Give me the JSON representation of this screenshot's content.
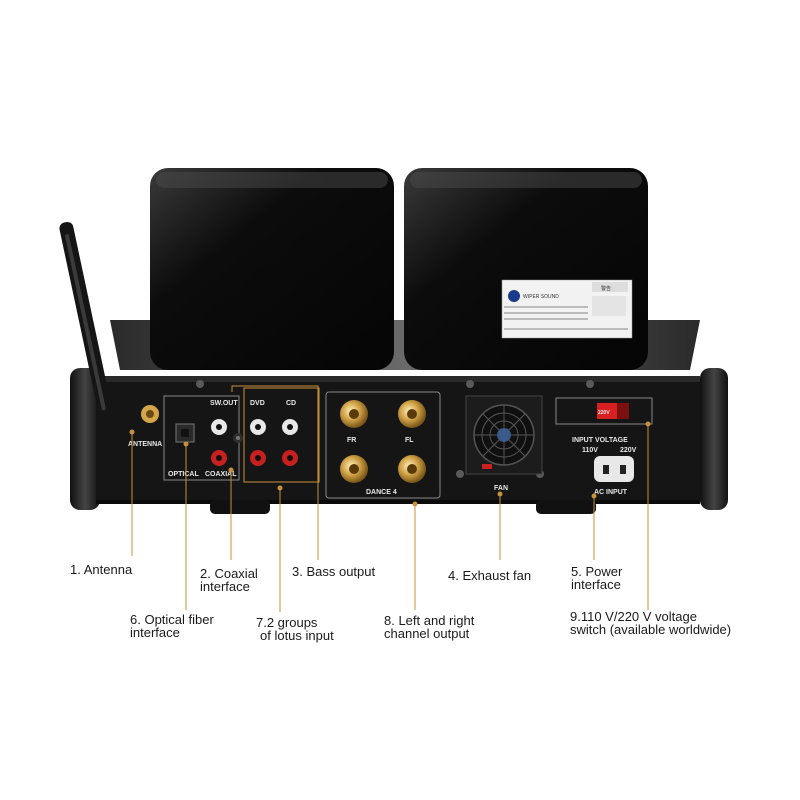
{
  "panel_labels": {
    "antenna": "ANTENNA",
    "sw_out": "SW.OUT",
    "dvd": "DVD",
    "cd": "CD",
    "optical": "OPTICAL",
    "coaxial": "COAXIAL",
    "fr": "FR",
    "fl": "FL",
    "impedance": "DANCE 4",
    "fan": "FAN",
    "voltage_title": "INPUT VOLTAGE",
    "v110": "110V",
    "v220": "220V",
    "switch_value": "220V",
    "ac_input": "AC INPUT"
  },
  "rating_label": {
    "brand": "WIPER SOUND",
    "warning": "警告"
  },
  "callouts": [
    {
      "id": "antenna",
      "lines": [
        "1. Antenna"
      ]
    },
    {
      "id": "coaxial",
      "lines": [
        "2. Coaxial",
        "interface"
      ]
    },
    {
      "id": "bass",
      "lines": [
        "3. Bass output"
      ]
    },
    {
      "id": "fan",
      "lines": [
        "4. Exhaust fan"
      ]
    },
    {
      "id": "power",
      "lines": [
        "5. Power",
        "interface"
      ]
    },
    {
      "id": "optical",
      "lines": [
        "6. Optical fiber",
        "interface"
      ]
    },
    {
      "id": "lotus",
      "lines": [
        "7.2 groups",
        "of lotus input"
      ]
    },
    {
      "id": "channel",
      "lines": [
        "8. Left and right",
        "channel output"
      ]
    },
    {
      "id": "voltage",
      "lines": [
        "9.110 V/220 V voltage",
        "switch (available worldwide)"
      ]
    }
  ],
  "colors": {
    "leader": "#c8903a",
    "panel": "#151515",
    "transformer": "#0a0a0a",
    "gold": "#d4a64a"
  }
}
